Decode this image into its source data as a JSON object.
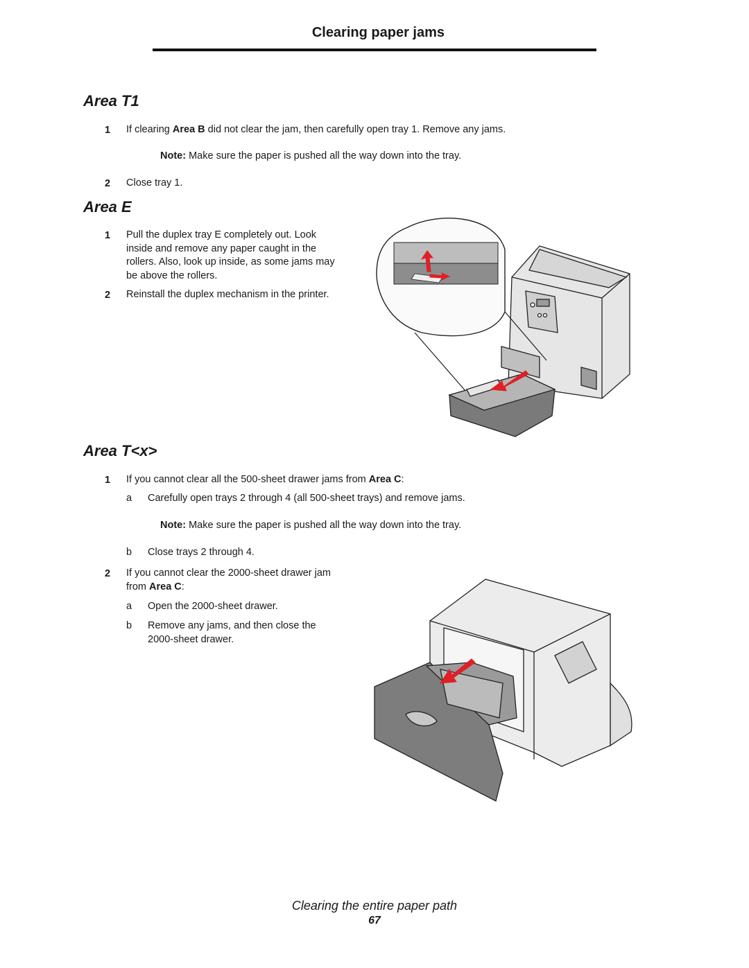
{
  "header": {
    "title": "Clearing paper jams"
  },
  "sections": {
    "t1": {
      "heading": "Area T1",
      "step1": {
        "num": "1",
        "pre": "If clearing ",
        "bold": "Area B",
        "post": " did not clear the jam, then carefully open tray 1. Remove any jams."
      },
      "note": {
        "label": "Note:",
        "text": " Make sure the paper is pushed all the way down into the tray."
      },
      "step2": {
        "num": "2",
        "text": "Close tray 1."
      }
    },
    "e": {
      "heading": "Area E",
      "step1": {
        "num": "1",
        "lines": [
          "Pull the duplex tray E completely out. Look",
          "inside and remove any paper caught in the",
          "rollers. Also, look up inside, as some jams may",
          "be above the rollers."
        ]
      },
      "step2": {
        "num": "2",
        "text": "Reinstall the duplex mechanism in the printer."
      }
    },
    "tx": {
      "heading": "Area T<x>",
      "step1": {
        "num": "1",
        "pre": "If you cannot clear all the 500-sheet drawer jams from ",
        "bold": "Area C",
        "post": ":"
      },
      "step1a": {
        "letter": "a",
        "text": "Carefully open trays 2 through 4 (all 500-sheet trays) and remove jams."
      },
      "note": {
        "label": "Note:",
        "text": " Make sure the paper is pushed all the way down into the tray."
      },
      "step1b": {
        "letter": "b",
        "text": "Close trays 2 through 4."
      },
      "step2": {
        "num": "2",
        "line1": "If you cannot clear the 2000-sheet drawer jam",
        "line2_pre": "from ",
        "line2_bold": "Area C",
        "line2_post": ":"
      },
      "step2a": {
        "letter": "a",
        "text": "Open the 2000-sheet drawer."
      },
      "step2b": {
        "letter": "b",
        "line1": "Remove any jams, and then close the",
        "line2": "2000-sheet drawer."
      }
    }
  },
  "footer": {
    "title": "Clearing the entire paper path",
    "page": "67"
  },
  "colors": {
    "text": "#1a1a1a",
    "rule": "#111111",
    "arrow": "#e01f26",
    "illustration_fill": "#dddddd",
    "illustration_dark": "#7a7a7a"
  }
}
